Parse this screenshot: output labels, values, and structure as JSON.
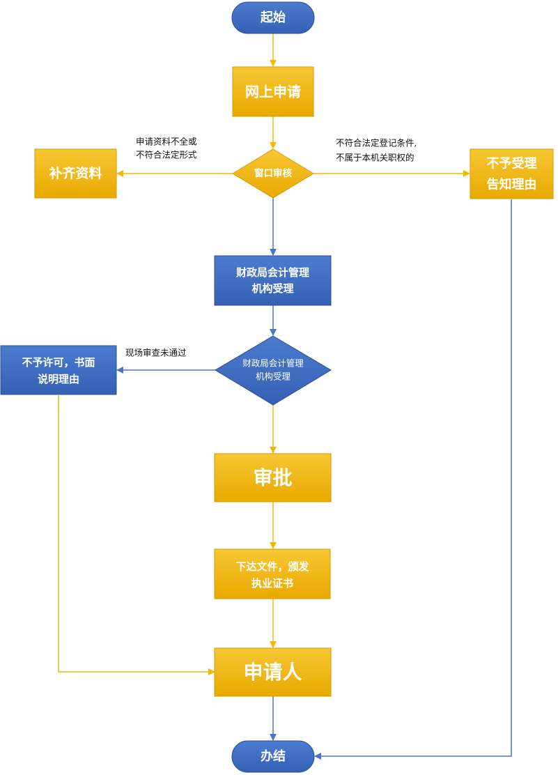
{
  "colors": {
    "gold_fill": "#F2B705",
    "gold_border": "#D49A00",
    "blue_fill": "#3E6DC2",
    "blue_border": "#2C4F92",
    "gold_line": "#F5B800",
    "blue_line": "#4A74C4"
  },
  "nodes": {
    "start": "起始",
    "online_apply": "网上申请",
    "window_review": "窗口审核",
    "supplement": "补齐资料",
    "reject_notice": [
      "不予受理",
      "告知理由"
    ],
    "finance_accept": [
      "财政局会计管理",
      "机构受理"
    ],
    "finance_review": [
      "财政局会计管理",
      "机构受理"
    ],
    "deny_written": [
      "不予许可，书面",
      "说明理由"
    ],
    "approve": "审批",
    "issue": [
      "下达文件，颁发",
      "执业证书"
    ],
    "applicant": "申请人",
    "done": "办结"
  },
  "edge_labels": {
    "incomplete": [
      "申请资料不全或",
      "不符合法定形式"
    ],
    "not_eligible": [
      "不符合法定登记条件,",
      "不属于本机关职权的"
    ],
    "site_fail": "现场审查未通过"
  }
}
